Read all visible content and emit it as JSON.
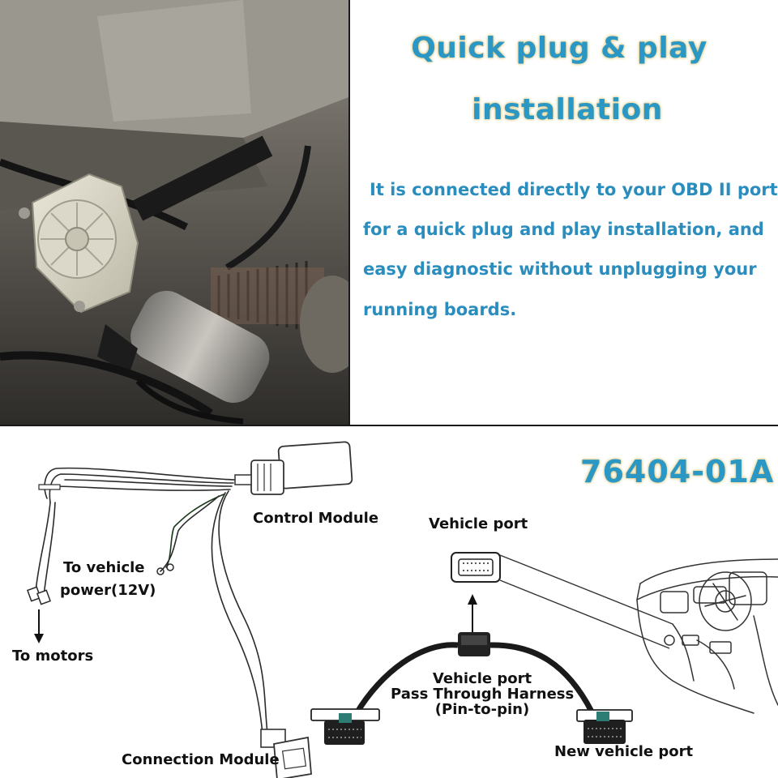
{
  "headline": {
    "line1": "Quick plug & play",
    "line2": "installation"
  },
  "description": {
    "line1": " It is connected directly to your OBD II port",
    "line2": "for a quick plug and play installation, and",
    "line3": "easy diagnostic without unplugging your",
    "line4": "running boards."
  },
  "part_number": "76404-01A",
  "diagram": {
    "control_module": "Control Module",
    "to_vehicle_power_1": "To vehicle",
    "to_vehicle_power_2": "power(12V)",
    "to_motors": "To motors",
    "connection_module": "Connection Module",
    "vehicle_port": "Vehicle port",
    "harness_1": "Vehicle port",
    "harness_2": "Pass Through Harness",
    "harness_3": "(Pin-to-pin)",
    "new_vehicle_port": "New vehicle port"
  },
  "colors": {
    "accent": "#2a97c4",
    "glow": "#d8c47a"
  }
}
